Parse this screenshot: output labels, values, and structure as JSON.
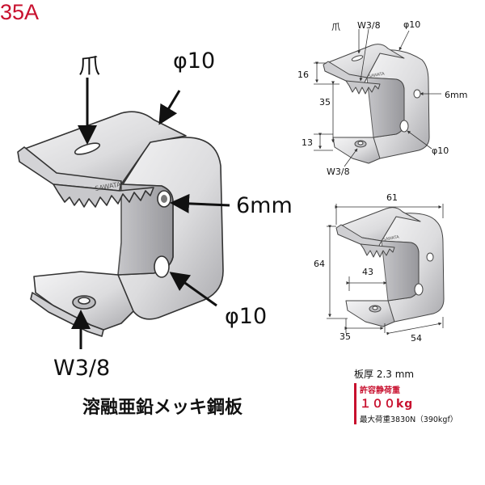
{
  "model": "35A",
  "material": "溶融亜鉛メッキ鋼板",
  "brand": "SAWATA",
  "main_labels": {
    "claw": "爪",
    "hole_top": "φ10",
    "hole_side": "6mm",
    "hole_bottom": "φ10",
    "bolt": "W3/8"
  },
  "view1_labels": {
    "claw": "爪",
    "bolt_top": "W3/8",
    "hole_top": "φ10",
    "dim_a": "16",
    "dim_b": "35",
    "dim_c": "13",
    "hole_side": "6mm",
    "hole_bottom": "φ10",
    "bolt_bottom": "W3/8"
  },
  "view2_labels": {
    "width": "61",
    "height": "64",
    "inner": "43",
    "depth": "35",
    "base": "54"
  },
  "specs": {
    "thickness": "板厚 2.3 mm",
    "allow_label": "許容静荷重",
    "allow_value": "１００kg",
    "max_load": "最大荷重3830N（390kgf）"
  },
  "colors": {
    "accent": "#c8102e",
    "metal_light": "#e9e9ea",
    "metal_dark": "#8e8e92"
  }
}
